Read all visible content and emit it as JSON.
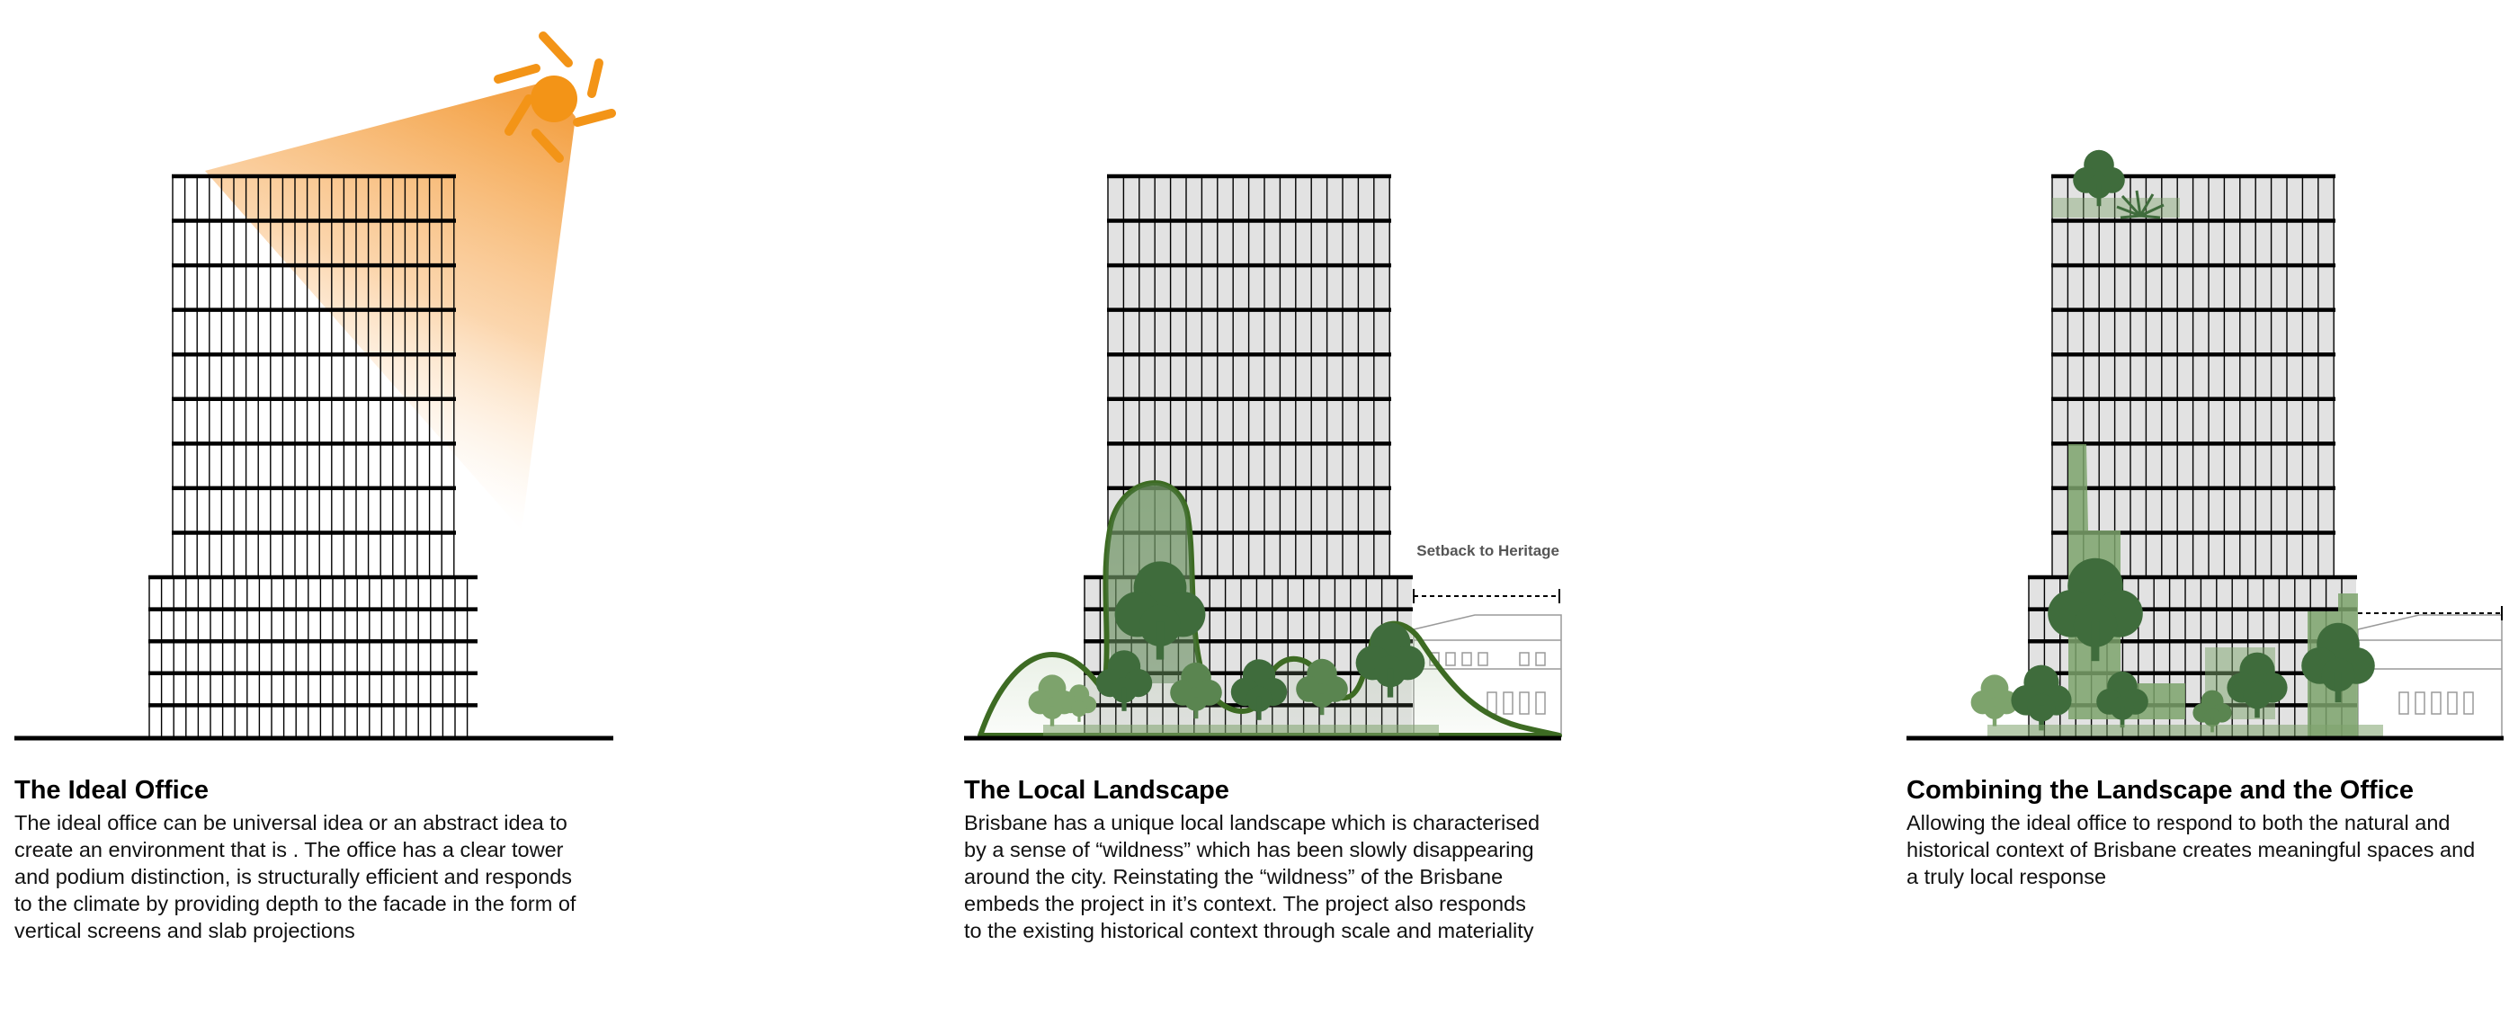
{
  "panels": [
    {
      "title": "The Ideal Office",
      "body": "The ideal office can be universal idea or an abstract idea to\ncreate an environment that is . The office has a clear tower\nand podium distinction, is structurally efficient and responds\nto the climate by providing depth to the facade in the form of\nvertical screens and slab projections"
    },
    {
      "title": "The Local Landscape",
      "body": "Brisbane has a unique local landscape which is characterised\nby a sense of “wildness” which has been slowly disappearing\naround the city. Reinstating the “wildness” of the Brisbane\nembeds the project in it’s context. The project also responds\nto the existing historical context through scale and materiality",
      "annotation": "Setback to Heritage"
    },
    {
      "title": "Combining the Landscape and the Office",
      "body": "Allowing the ideal office to respond to both the natural and\nhistorical context of Brisbane creates meaningful spaces and\na truly local response"
    }
  ],
  "icons": [
    "sun-icon",
    "tree-icon",
    "heritage-building-icon"
  ],
  "colors": {
    "sun": "#f39417",
    "sunlight_glow": "#f8b46a",
    "landscape_outline": "#3d6b23",
    "foliage_dark": "#3f6c3c",
    "foliage_light": "#7da36c",
    "glass": "#e2e2e2",
    "structure": "#000000",
    "heritage": "#9a9a9a"
  }
}
